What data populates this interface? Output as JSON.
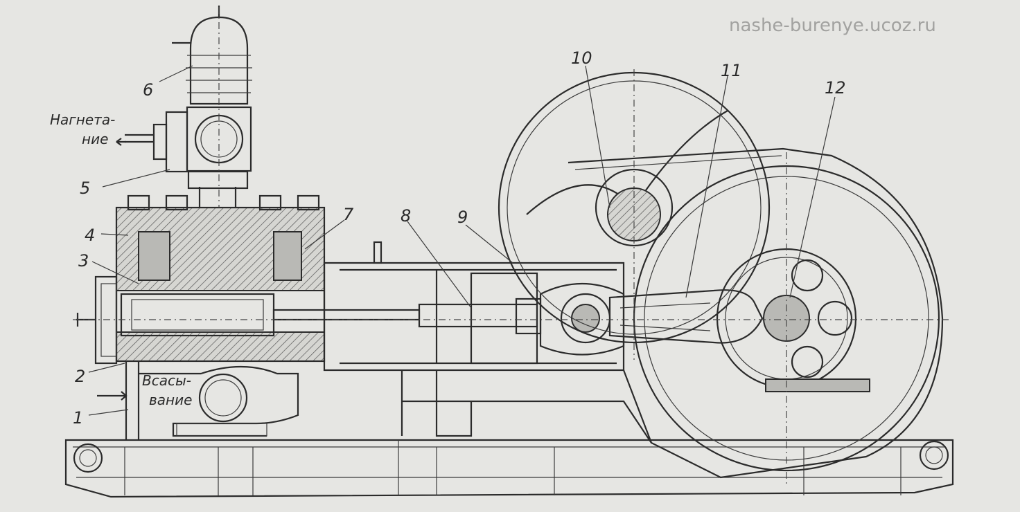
{
  "watermark": "nashe-burenye.ucoz.ru",
  "callouts": [
    "1",
    "2",
    "3",
    "4",
    "5",
    "6",
    "7",
    "8",
    "9",
    "10",
    "11",
    "12"
  ],
  "flow_labels": {
    "discharge": [
      "Нагнета-",
      "ние"
    ],
    "suction": [
      "Всасы-",
      "вание"
    ]
  }
}
